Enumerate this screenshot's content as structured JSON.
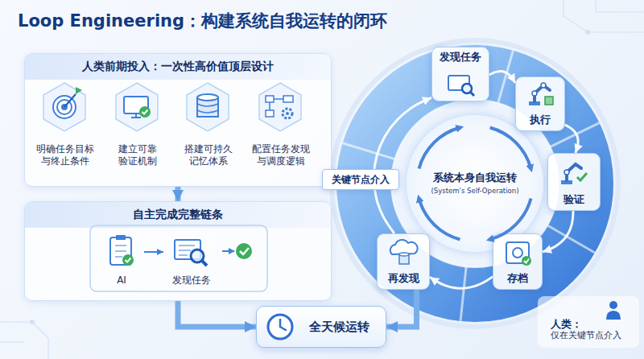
{
  "diagram": {
    "title": "Loop Engineering：构建系统自我运转的闭环",
    "nodes": [
      {
        "text": [
          "人类前期投入：一次性高价值顶层设计"
        ]
      },
      {
        "text": [
          "明确任务目标 与终止条件"
        ],
        "in": 0
      },
      {
        "text": [
          "建立可靠 验证机制"
        ],
        "in": 0
      },
      {
        "text": [
          "搭建可持久 记忆体系"
        ],
        "in": 0
      },
      {
        "text": [
          "配置任务发现 与调度逻辑"
        ],
        "in": 0
      },
      {
        "text": [
          "自主完成完整链条"
        ]
      },
      {
        "text": [
          "AI"
        ],
        "in": 5
      },
      {
        "text": [
          "发现任务"
        ],
        "in": 5
      },
      {
        "text": [
          "全天候运转"
        ]
      },
      {
        "text": [
          "系统本身自我运转",
          "(System's Self-Operation)"
        ]
      },
      {
        "text": [
          "发现任务"
        ]
      },
      {
        "text": [
          "执行"
        ]
      },
      {
        "text": [
          "验证"
        ]
      },
      {
        "text": [
          "存档"
        ]
      },
      {
        "text": [
          "再发现"
        ]
      },
      {
        "text": [
          "关键节点介入"
        ]
      },
      {
        "text": [
          "人类：",
          "仅在关键节点介入"
        ]
      }
    ],
    "edges": [
      {
        "from": 0,
        "to": 5,
        "arrow": "to"
      },
      {
        "from": 6,
        "to": 7,
        "arrow": "to"
      },
      {
        "from": 5,
        "to": 8,
        "arrow": "to"
      },
      {
        "from": 10,
        "to": 11,
        "arrow": "to"
      },
      {
        "from": 11,
        "to": 12,
        "arrow": "to"
      },
      {
        "from": 12,
        "to": 13,
        "arrow": "to"
      },
      {
        "from": 13,
        "to": 14,
        "arrow": "to"
      },
      {
        "from": 14,
        "to": 10,
        "arrow": "to"
      },
      {
        "from": 14,
        "to": 8,
        "arrow": "to"
      }
    ]
  }
}
